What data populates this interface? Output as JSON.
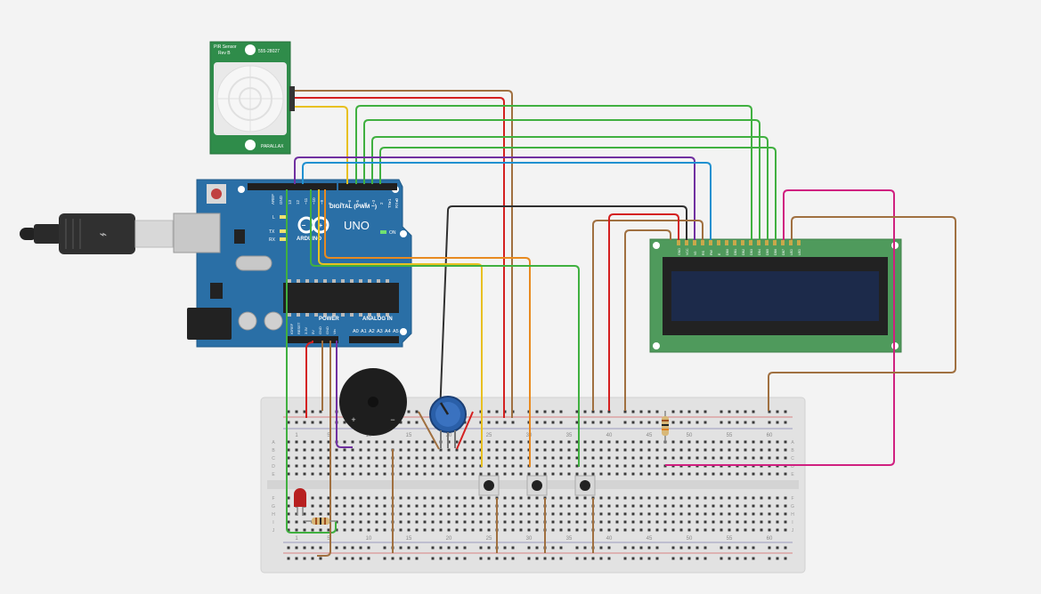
{
  "pir": {
    "title_line1": "PIR Sensor",
    "title_line2": "Rev B",
    "part_no": "555-28027",
    "brand": "PARALLAX"
  },
  "arduino": {
    "logo_text": "UNO",
    "brand": "ARDUINO",
    "digital_label": "DIGITAL (PWM ~)",
    "power_label": "POWER",
    "analog_label": "ANALOG IN",
    "on_label": "ON",
    "aref": "AREF",
    "gnd": "GND",
    "led_l": "L",
    "led_tx": "TX",
    "led_rx": "RX",
    "tx_pin": "TX▸1",
    "rx_pin": "RX◂0",
    "digital_pins": [
      "13",
      "12",
      "~11",
      "~10",
      "~9",
      "8",
      "7",
      "~6",
      "~5",
      "4",
      "~3",
      "2"
    ],
    "power_pins": [
      "IOREF",
      "RESET",
      "3.3V",
      "5V",
      "GND",
      "GND",
      "Vin"
    ],
    "analog_pins": [
      "A0",
      "A1",
      "A2",
      "A3",
      "A4",
      "A5"
    ]
  },
  "breadboard": {
    "col_numbers": [
      "1",
      "5",
      "10",
      "15",
      "20",
      "25",
      "30",
      "35",
      "40",
      "45",
      "50",
      "55",
      "60"
    ],
    "row_letters_top": [
      "A",
      "B",
      "C",
      "D",
      "E"
    ],
    "row_letters_bottom": [
      "F",
      "G",
      "H",
      "I",
      "J"
    ]
  },
  "buzzer": {
    "plus": "+",
    "minus": "−"
  },
  "lcd": {
    "pin_labels": [
      "GND",
      "VCC",
      "V0",
      "RS",
      "RW",
      "E",
      "DB0",
      "DB1",
      "DB2",
      "DB3",
      "DB4",
      "DB5",
      "DB6",
      "DB7",
      "LED",
      "LED"
    ]
  },
  "colors": {
    "arduino": "#2a6fa6",
    "pir_board": "#2f8c4a",
    "lcd_board": "#4f9a5c",
    "lcd_screen": "#1c2a4a",
    "wire_red": "#d42020",
    "wire_brown": "#a07040",
    "wire_green": "#40b040",
    "wire_yellow": "#e8c020",
    "wire_orange": "#e88a20",
    "wire_purple": "#7030a0",
    "wire_blue": "#2090d0",
    "wire_black": "#303030",
    "wire_pink": "#d02080"
  }
}
